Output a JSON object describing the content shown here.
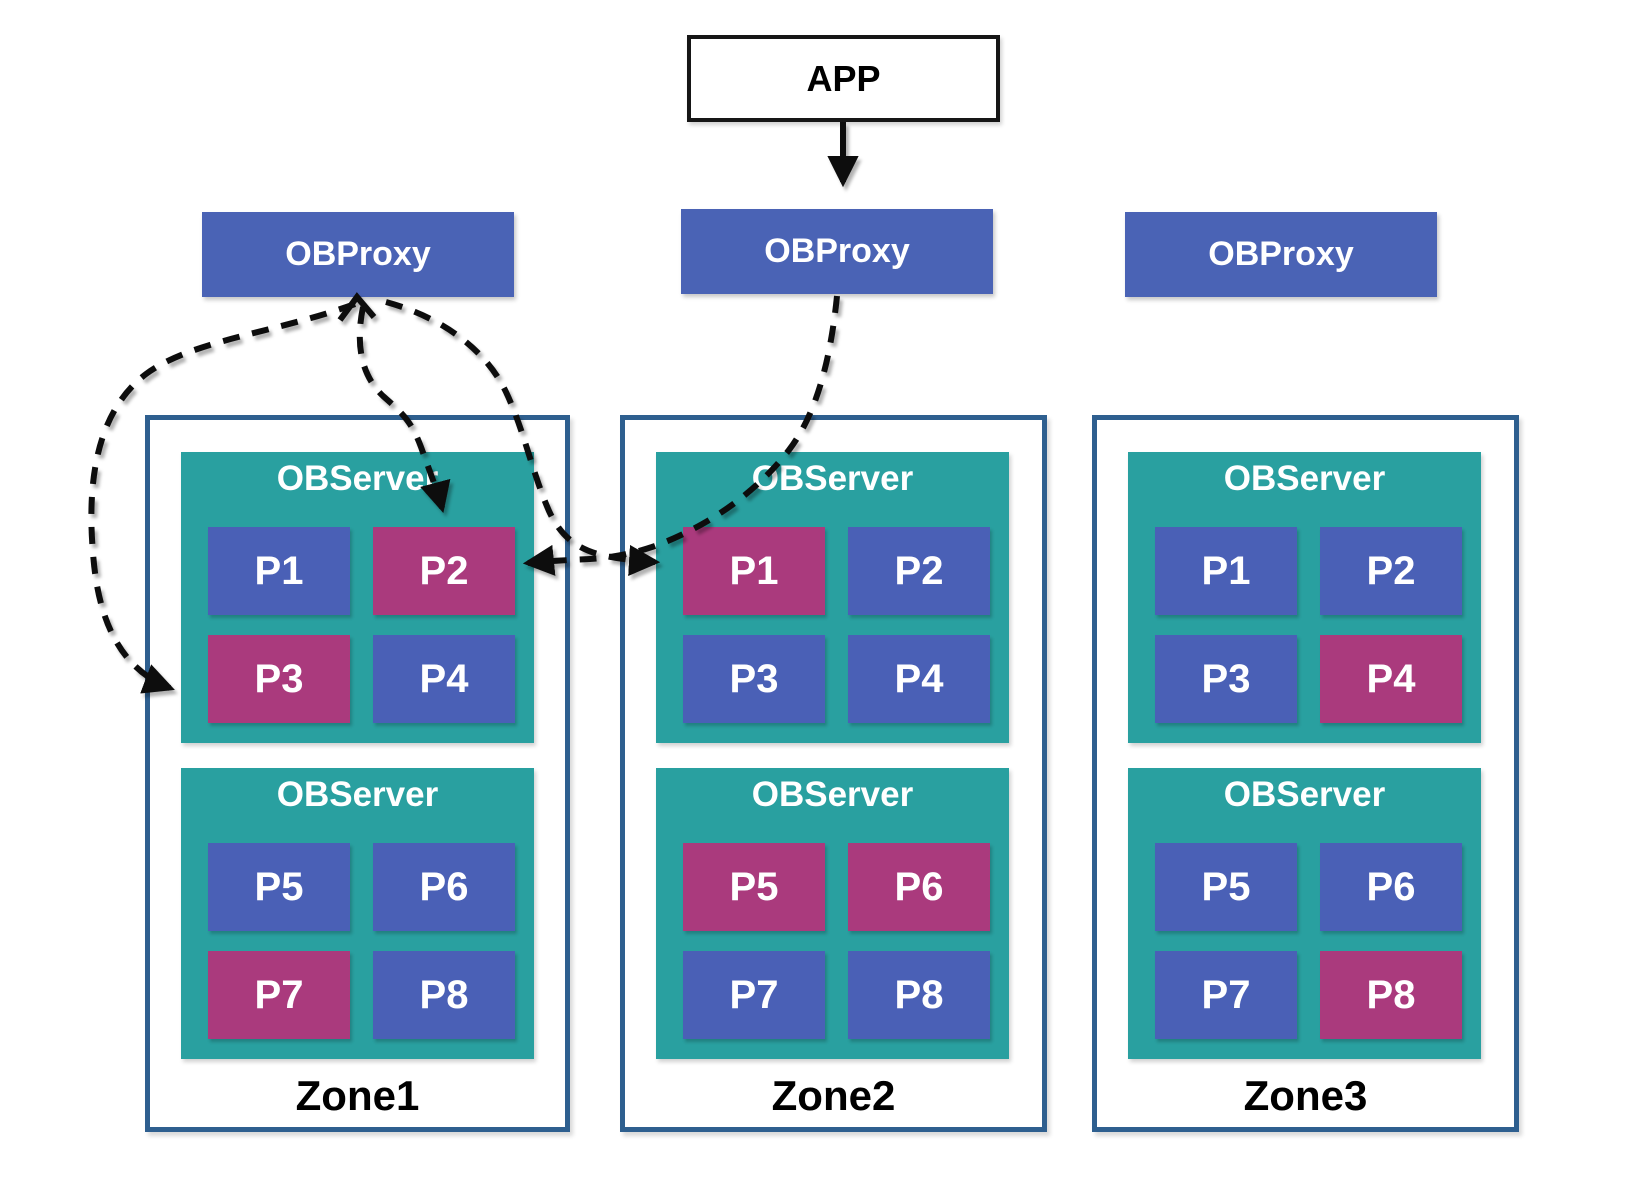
{
  "colors": {
    "proxy-blue": "#4A63B5",
    "partition-blue": "#4A60B6",
    "leader-magenta": "#AA3A7D",
    "teal": "#29A0A0",
    "zone-border": "#2E5F8F",
    "arrow-black": "#0B0B0B",
    "bg": "#FFFFFF"
  },
  "app": {
    "label": "APP"
  },
  "proxies": [
    {
      "label": "OBProxy"
    },
    {
      "label": "OBProxy"
    },
    {
      "label": "OBProxy"
    }
  ],
  "zones": [
    {
      "label": "Zone1",
      "servers": [
        {
          "label": "OBServer",
          "partitions": [
            {
              "id": "P1",
              "role": "follower"
            },
            {
              "id": "P2",
              "role": "leader"
            },
            {
              "id": "P3",
              "role": "leader"
            },
            {
              "id": "P4",
              "role": "follower"
            }
          ]
        },
        {
          "label": "OBServer",
          "partitions": [
            {
              "id": "P5",
              "role": "follower"
            },
            {
              "id": "P6",
              "role": "follower"
            },
            {
              "id": "P7",
              "role": "leader"
            },
            {
              "id": "P8",
              "role": "follower"
            }
          ]
        }
      ]
    },
    {
      "label": "Zone2",
      "servers": [
        {
          "label": "OBServer",
          "partitions": [
            {
              "id": "P1",
              "role": "leader"
            },
            {
              "id": "P2",
              "role": "follower"
            },
            {
              "id": "P3",
              "role": "follower"
            },
            {
              "id": "P4",
              "role": "follower"
            }
          ]
        },
        {
          "label": "OBServer",
          "partitions": [
            {
              "id": "P5",
              "role": "leader"
            },
            {
              "id": "P6",
              "role": "leader"
            },
            {
              "id": "P7",
              "role": "follower"
            },
            {
              "id": "P8",
              "role": "follower"
            }
          ]
        }
      ]
    },
    {
      "label": "Zone3",
      "servers": [
        {
          "label": "OBServer",
          "partitions": [
            {
              "id": "P1",
              "role": "follower"
            },
            {
              "id": "P2",
              "role": "follower"
            },
            {
              "id": "P3",
              "role": "follower"
            },
            {
              "id": "P4",
              "role": "leader"
            }
          ]
        },
        {
          "label": "OBServer",
          "partitions": [
            {
              "id": "P5",
              "role": "follower"
            },
            {
              "id": "P6",
              "role": "follower"
            },
            {
              "id": "P7",
              "role": "follower"
            },
            {
              "id": "P8",
              "role": "leader"
            }
          ]
        }
      ]
    }
  ],
  "arrows": {
    "app_to_proxy2": {
      "style": "solid",
      "from": "APP",
      "to": "OBProxy (middle)"
    },
    "proxy1_loop_to_p3": {
      "style": "dashed",
      "from": "OBProxy (left)",
      "to": "Zone1 P3"
    },
    "proxy1_to_p2": {
      "style": "dashed",
      "from": "OBProxy (left)",
      "to": "Zone1 P2"
    },
    "proxy1_to_zone2_p1": {
      "style": "dashed",
      "from": "OBProxy (left)",
      "to": "Zone2 P1"
    },
    "proxy2_to_zone1_p2": {
      "style": "dashed",
      "from": "OBProxy (middle)",
      "to": "Zone1 P2"
    }
  }
}
